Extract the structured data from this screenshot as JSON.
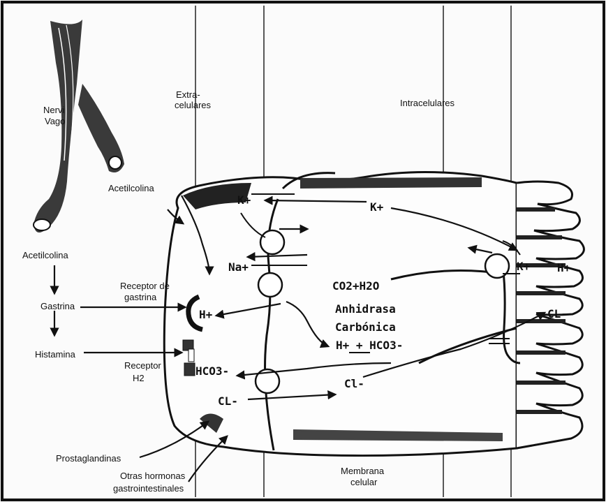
{
  "labels": {
    "nervi_vago": [
      "Nervi",
      "Vago"
    ],
    "extracelulares": [
      "Extra-",
      "celulares"
    ],
    "intracelulares": "Intracelulares",
    "acetilcolina_top": "Acetilcolina",
    "acetilcolina_left": "Acetilcolina",
    "receptor_gastrina": [
      "Receptor de",
      "gastrina"
    ],
    "gastrina": "Gastrina",
    "histamina": "Histamina",
    "receptor_h2": [
      "Receptor",
      "H2"
    ],
    "prostaglandinas": "Prostaglandinas",
    "otras_hormonas": [
      "Otras hormonas",
      "gastrointestinales"
    ],
    "membrana_celular": [
      "Membrana",
      "celular"
    ]
  },
  "ions": {
    "k_left": "K+",
    "k_mid": "K+",
    "k_right": "K+",
    "h_right": "H+",
    "na": "Na+",
    "h_receptor": "H+",
    "cl_right": "CL-",
    "hco3_left": "HCO3-",
    "cl_mid": "Cl-",
    "cl_bottom": "CL-"
  },
  "reaction": {
    "line1": "CO2+H2O",
    "line2": "Anhidrasa",
    "line3": "Carbónica",
    "line4": "H+ + HCO3-"
  }
}
